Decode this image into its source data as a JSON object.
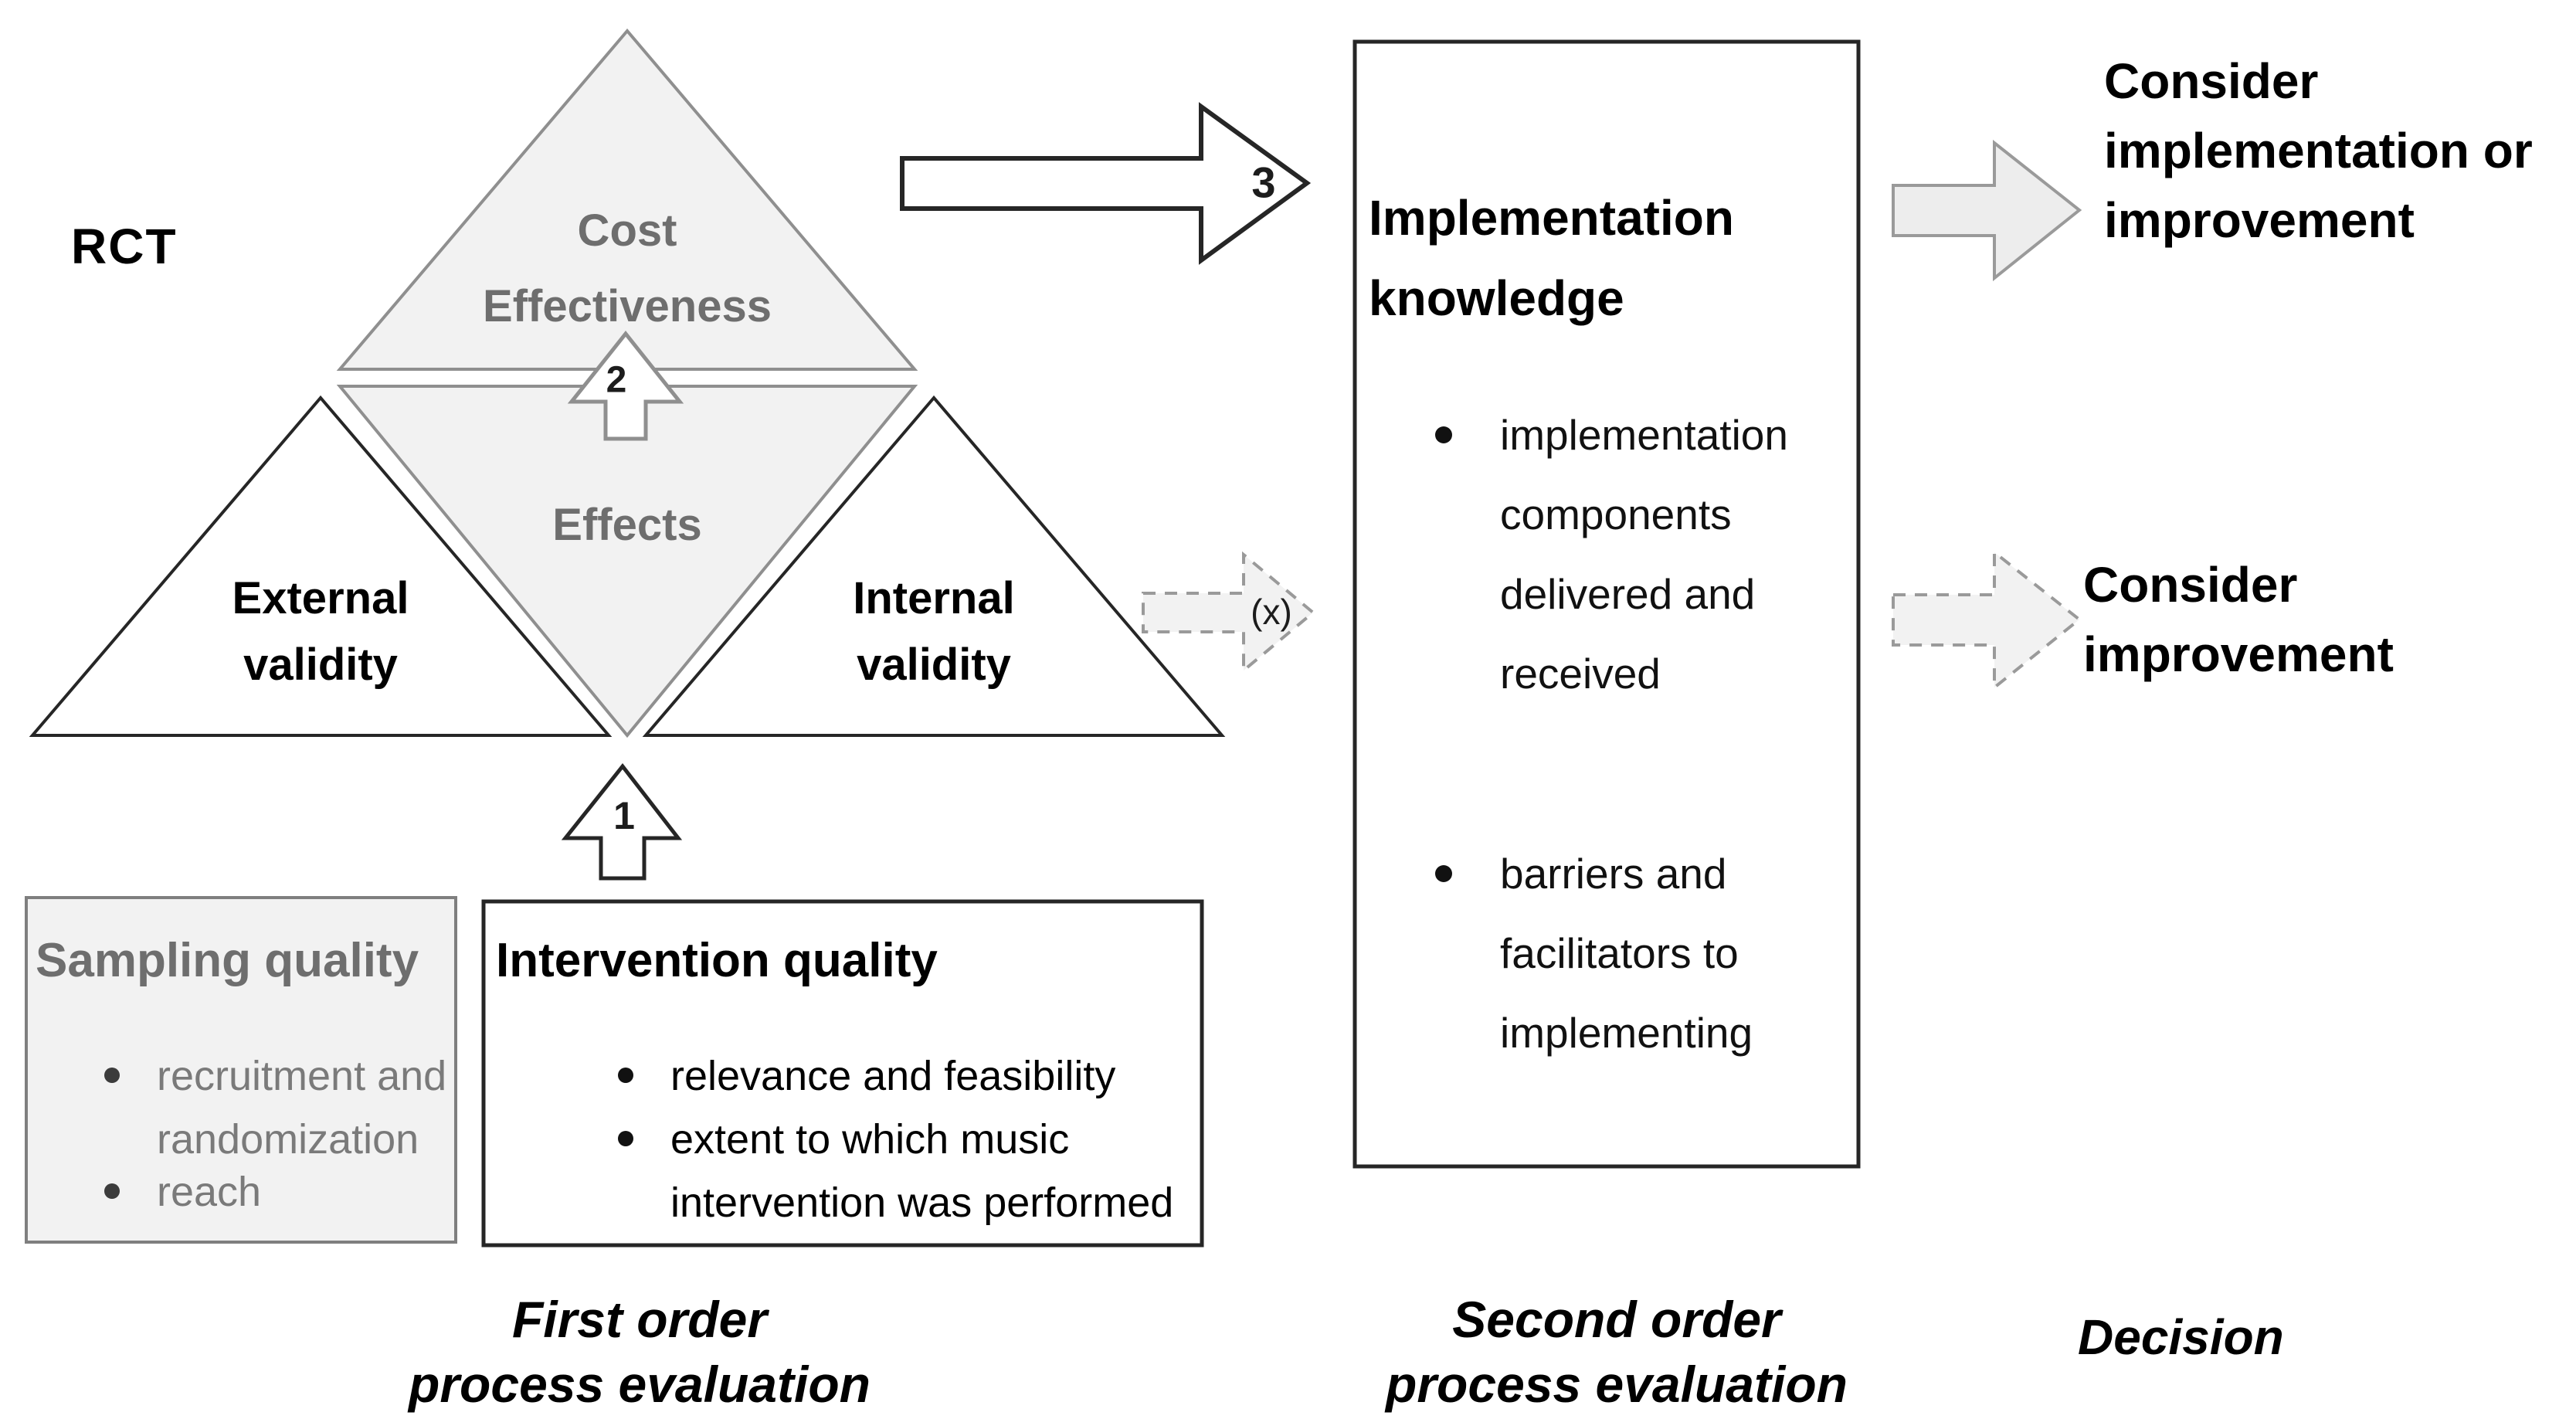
{
  "rct_label": "RCT",
  "pyramid": {
    "cost_effectiveness": {
      "lines": [
        "Cost",
        "Effectiveness"
      ]
    },
    "effects": "Effects",
    "external_validity": {
      "lines": [
        "External",
        "validity"
      ]
    },
    "internal_validity": {
      "lines": [
        "Internal",
        "validity"
      ]
    }
  },
  "arrow_labels": {
    "step1": "1",
    "step2": "2",
    "step3": "3",
    "crossed": "(x)"
  },
  "boxes": {
    "sampling_quality": {
      "title": "Sampling quality",
      "bullets": [
        {
          "lines": [
            "recruitment and",
            "randomization"
          ]
        },
        {
          "lines": [
            "reach"
          ]
        }
      ]
    },
    "intervention_quality": {
      "title": "Intervention quality",
      "bullets": [
        {
          "lines": [
            "relevance and feasibility"
          ]
        },
        {
          "lines": [
            "extent to which music",
            "intervention was performed"
          ]
        }
      ]
    },
    "implementation_knowledge": {
      "title_lines": [
        "Implementation",
        "knowledge"
      ],
      "bullets": [
        {
          "lines": [
            "implementation",
            "components",
            "delivered and",
            "received"
          ]
        },
        {
          "lines": [
            "barriers and",
            "facilitators to",
            "implementing"
          ]
        }
      ]
    }
  },
  "outcomes": {
    "consider_implementation": {
      "lines": [
        "Consider",
        "implementation or",
        "improvement"
      ]
    },
    "consider_improvement": {
      "lines": [
        "Consider",
        "improvement"
      ]
    }
  },
  "stage_labels": {
    "first_order": {
      "lines": [
        "First order",
        "process evaluation"
      ]
    },
    "second_order": {
      "lines": [
        "Second order",
        "process evaluation"
      ]
    },
    "decision": "Decision"
  },
  "colors": {
    "light_gray_fill": "#f2f2f2",
    "arrow_gray_fill": "#ededed",
    "gray_stroke": "#8f8f8f",
    "dashed_gray_stroke": "#9a9a9a",
    "dark_stroke": "#262626",
    "gray_text": "#6e6e6e",
    "bullet_gray_text": "#7a7a7a",
    "black_text": "#000000"
  }
}
